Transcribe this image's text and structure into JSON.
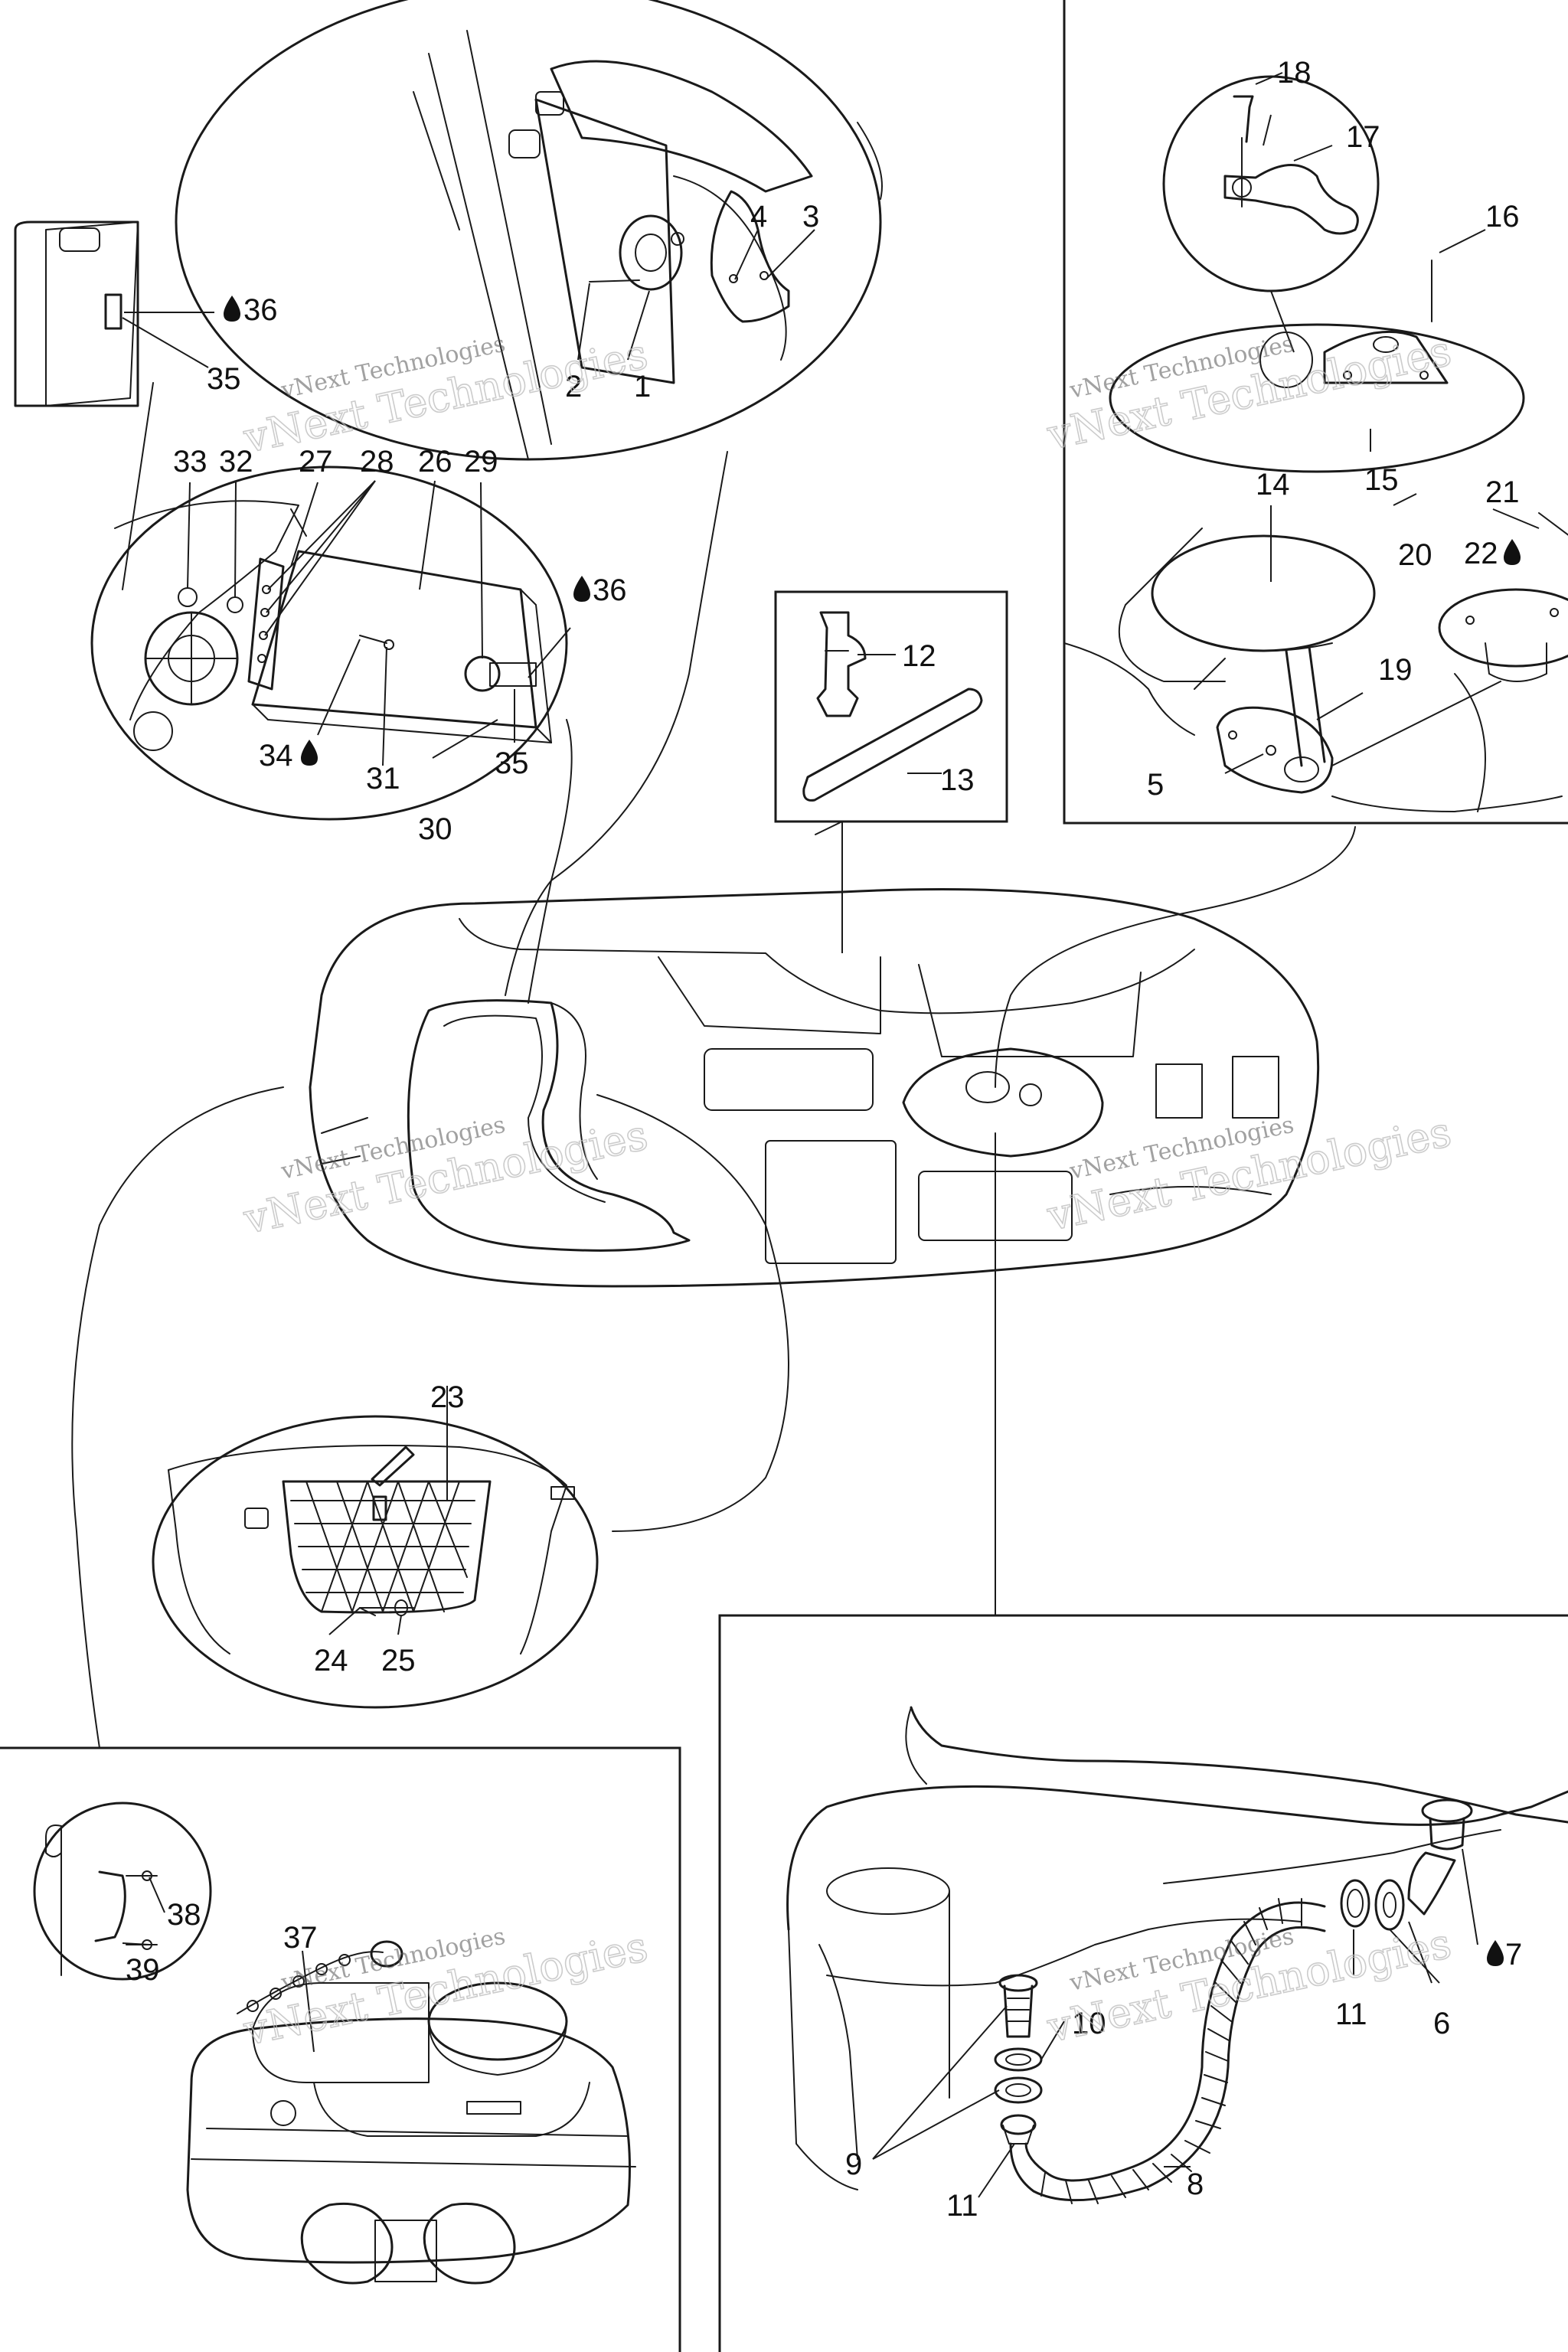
{
  "watermarks": [
    {
      "line1": "vNext Technologies",
      "line2": "vNext Technologies"
    },
    {
      "line1": "vNext Technologies",
      "line2": "vNext Technologies"
    },
    {
      "line1": "vNext Technologies",
      "line2": "vNext Technologies"
    },
    {
      "line1": "vNext Technologies",
      "line2": "vNext Technologies"
    },
    {
      "line1": "vNext Technologies",
      "line2": "vNext Technologies"
    },
    {
      "line1": "vNext Technologies",
      "line2": "vNext Technologies"
    }
  ],
  "callouts": {
    "c1": "1",
    "c2": "2",
    "c3": "3",
    "c4": "4",
    "c5": "5",
    "c6": "6",
    "c7": "7",
    "c8": "8",
    "c9": "9",
    "c10": "10",
    "c11a": "11",
    "c11b": "11",
    "c12": "12",
    "c13": "13",
    "c14": "14",
    "c15": "15",
    "c16": "16",
    "c17": "17",
    "c18": "18",
    "c19": "19",
    "c20": "20",
    "c21": "21",
    "c22": "22",
    "c23": "23",
    "c24": "24",
    "c25": "25",
    "c26": "26",
    "c27": "27",
    "c28": "28",
    "c29": "29",
    "c30": "30",
    "c31": "31",
    "c32": "32",
    "c33": "33",
    "c34": "34",
    "c35a": "35",
    "c35b": "35",
    "c36a": "36",
    "c36b": "36",
    "c37": "37",
    "c38": "38",
    "c39": "39"
  },
  "icons": {
    "adhesive": "liquid-drop-icon"
  }
}
